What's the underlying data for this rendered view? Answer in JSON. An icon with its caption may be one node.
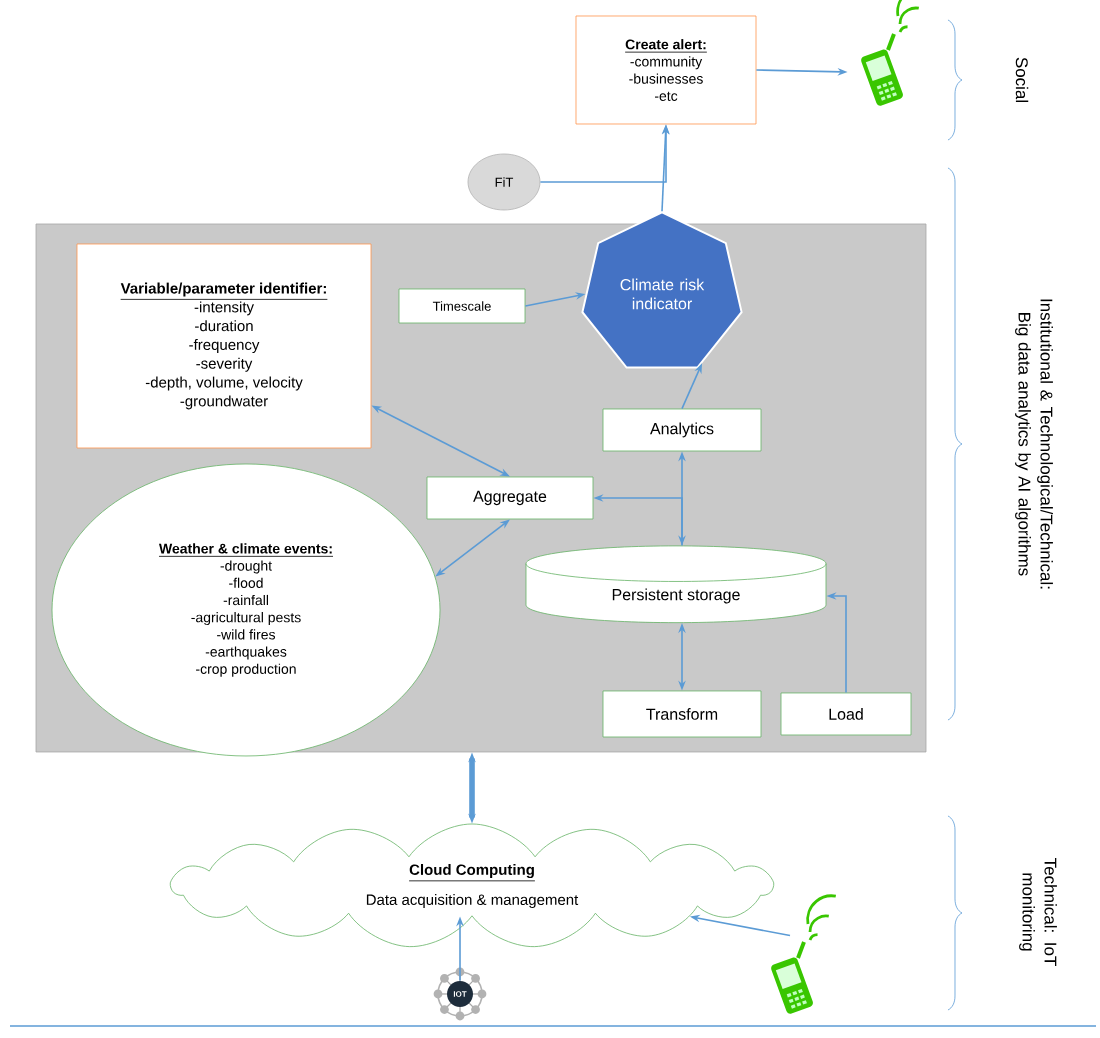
{
  "diagram": {
    "nodes": [
      {
        "text": [
          "Create alert:",
          "-community",
          "-businesses",
          "-etc"
        ]
      },
      {
        "text": [],
        "shape": "picture"
      },
      {
        "text": [
          "FiT"
        ]
      },
      {
        "text": [],
        "shape": "box"
      },
      {
        "text": [
          "Variable/parameter identifier:",
          "-intensity",
          "-duration",
          "-frequency",
          "-severity",
          "-depth, volume, velocity",
          "-groundwater"
        ],
        "in": 3
      },
      {
        "text": [
          "Timescale"
        ],
        "in": 3
      },
      {
        "text": [
          "Climate risk indicator"
        ],
        "in": 3
      },
      {
        "text": [
          "Analytics"
        ],
        "in": 3
      },
      {
        "text": [
          "Aggregate"
        ],
        "in": 3
      },
      {
        "text": [
          "Weather & climate events:",
          "-drought",
          "-flood",
          "-rainfall",
          "-agricultural pests",
          "-wild fires",
          "-earthquakes",
          "-crop production"
        ],
        "in": 3
      },
      {
        "text": [
          "Persistent storage"
        ],
        "in": 3
      },
      {
        "text": [
          "Transform"
        ],
        "in": 3
      },
      {
        "text": [
          "Load"
        ],
        "in": 3
      },
      {
        "text": [
          "Cloud Computing",
          "Data acquisition & management"
        ]
      },
      {
        "text": [
          "IOT"
        ]
      },
      {
        "text": [],
        "shape": "picture"
      }
    ],
    "edges": [
      {
        "from": 0,
        "to": 1,
        "arrow": "to"
      },
      {
        "from": 6,
        "to": 0,
        "arrow": "to"
      },
      {
        "from": 2,
        "to": 0,
        "arrow": "to"
      },
      {
        "from": 5,
        "to": 6,
        "arrow": "to"
      },
      {
        "from": 7,
        "to": 6,
        "arrow": "to"
      },
      {
        "from": 4,
        "to": 8,
        "arrow": "both"
      },
      {
        "from": 9,
        "to": 8,
        "arrow": "both"
      },
      {
        "from": 10,
        "to": 7,
        "arrow": "both"
      },
      {
        "from": 10,
        "to": 8,
        "arrow": "to"
      },
      {
        "from": 10,
        "to": 11,
        "arrow": "both"
      },
      {
        "from": 12,
        "to": 10,
        "arrow": "to"
      },
      {
        "from": 3,
        "to": 13,
        "arrow": "both",
        "style": "thick"
      },
      {
        "from": 14,
        "to": 13,
        "arrow": "to"
      },
      {
        "from": 15,
        "to": 13,
        "arrow": "to"
      }
    ],
    "labels": [
      "Social",
      "Institutional & Technological/Technical: Big data analytics by AI algorithms",
      "Technical: IoT monitoring"
    ]
  }
}
